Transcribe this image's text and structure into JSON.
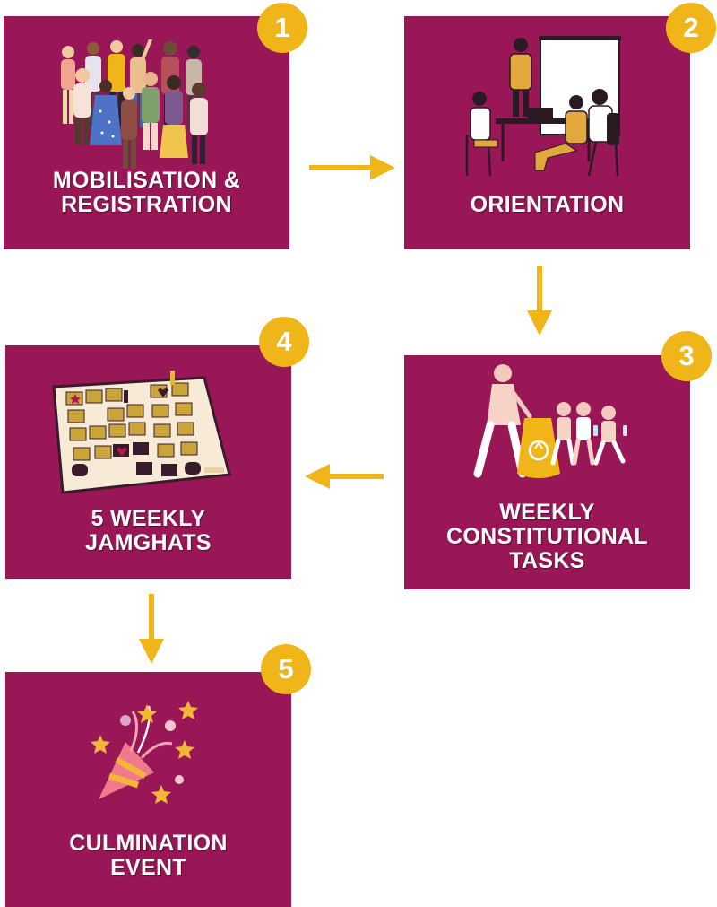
{
  "colors": {
    "box": "#9a1757",
    "accent": "#f0b619",
    "text": "#ffffff"
  },
  "steps": [
    {
      "number": "1",
      "label": "MOBILISATION &\nREGISTRATION",
      "icon": "crowd-of-people-illustration"
    },
    {
      "number": "2",
      "label": "ORIENTATION",
      "icon": "classroom-meeting-illustration"
    },
    {
      "number": "3",
      "label": "WEEKLY\nCONSTITUTIONAL\nTASKS",
      "icon": "community-cleanup-illustration"
    },
    {
      "number": "4",
      "label": "5 WEEKLY\nJAMGHATS",
      "icon": "board-game-illustration"
    },
    {
      "number": "5",
      "label": "CULMINATION\nEVENT",
      "icon": "party-popper-illustration"
    }
  ],
  "arrows": [
    "arrow-right",
    "arrow-down",
    "arrow-left",
    "arrow-down"
  ]
}
